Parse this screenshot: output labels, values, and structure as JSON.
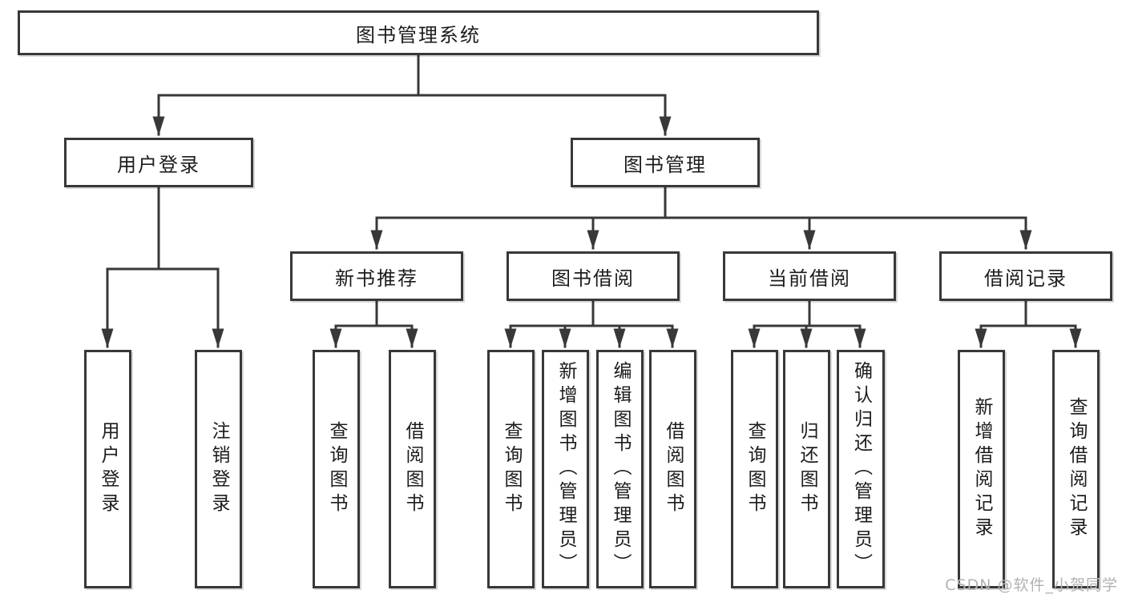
{
  "tree": {
    "root": "图书管理系统",
    "branches": [
      {
        "label": "用户登录",
        "leaves": [
          "用户登录",
          "注销登录"
        ]
      },
      {
        "label": "图书管理",
        "children": [
          {
            "label": "新书推荐",
            "leaves": [
              "查询图书",
              "借阅图书"
            ]
          },
          {
            "label": "图书借阅",
            "leaves": [
              "查询图书",
              "新增图书（管理员）",
              "编辑图书（管理员）",
              "借阅图书"
            ]
          },
          {
            "label": "当前借阅",
            "leaves": [
              "查询图书",
              "归还图书",
              "确认归还（管理员）"
            ]
          },
          {
            "label": "借阅记录",
            "leaves": [
              "新增借阅记录",
              "查询借阅记录"
            ]
          }
        ]
      }
    ]
  },
  "watermark": {
    "text": "CSDN @软件_小贺同学"
  },
  "colors": {
    "line": "#383838",
    "box_border": "#383838",
    "box_fill": "#ffffff",
    "text": "#1c1c1c",
    "watermark": "#b2b2b2",
    "background": "#ffffff"
  }
}
